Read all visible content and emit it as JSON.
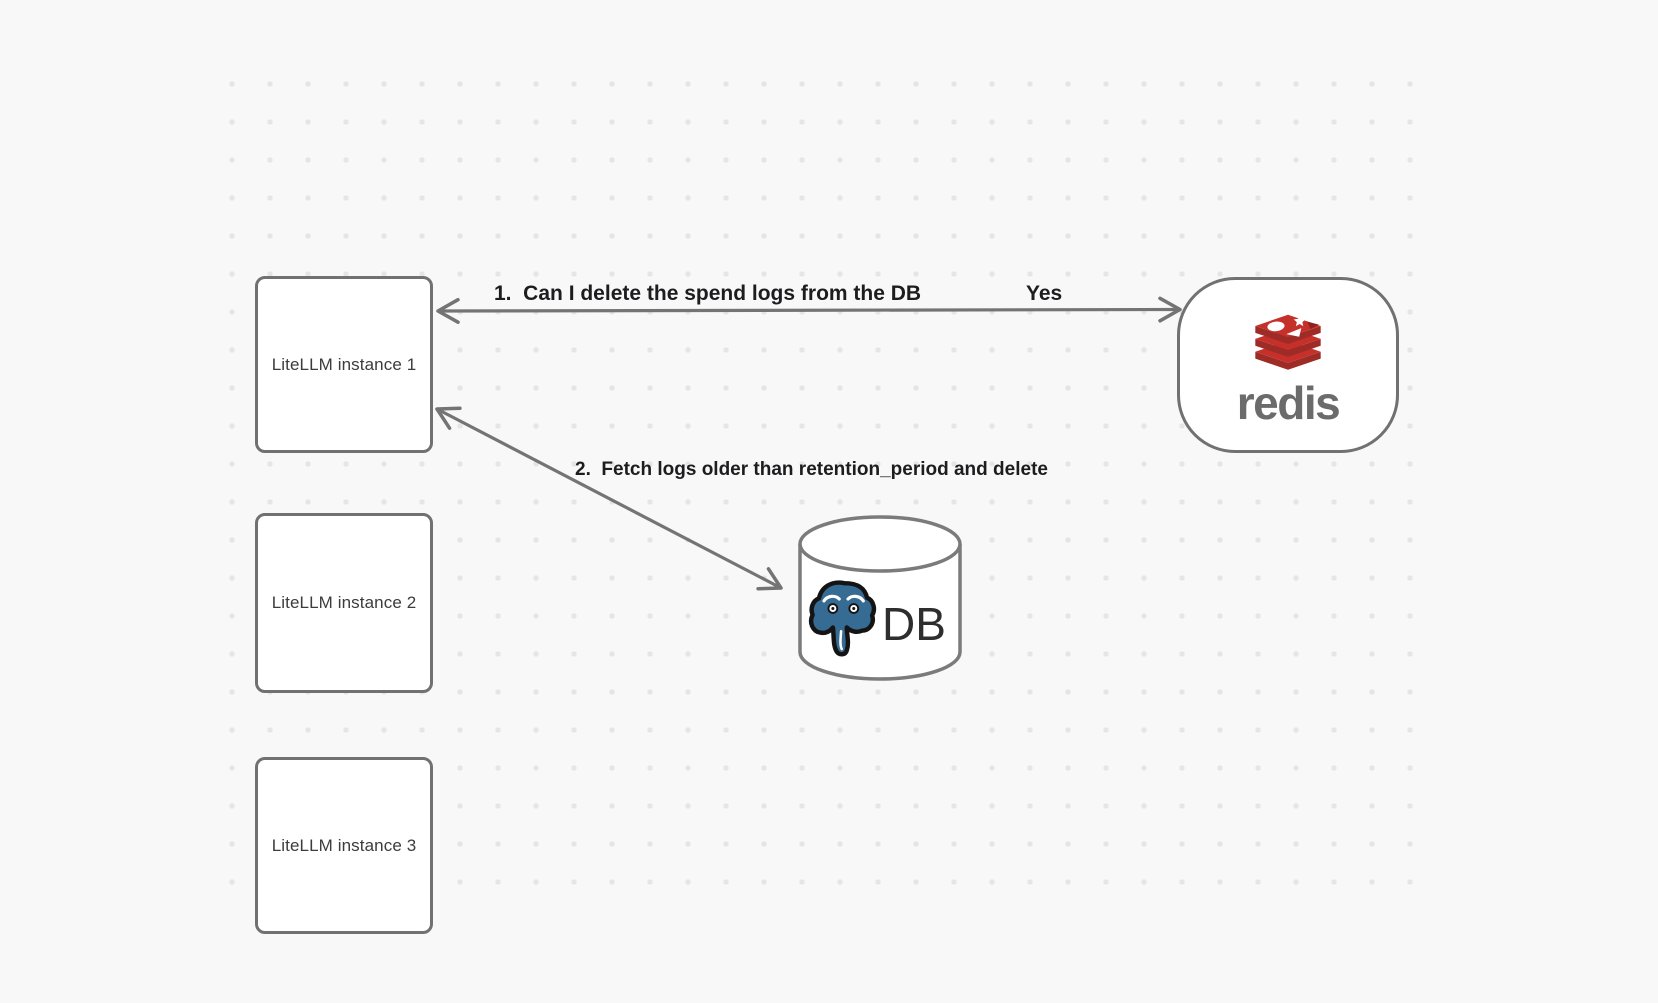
{
  "diagram": {
    "instances": [
      {
        "label": "LiteLLM instance 1"
      },
      {
        "label": "LiteLLM instance 2"
      },
      {
        "label": "LiteLLM instance 3"
      }
    ],
    "redis_node": {
      "wordmark": "redis"
    },
    "db_node": {
      "label": "DB"
    },
    "edges": [
      {
        "id": 1,
        "label": "1.  Can I delete the spend logs from the DB",
        "response_label": "Yes",
        "from": "LiteLLM instance 1",
        "to": "redis",
        "bidirectional": true
      },
      {
        "id": 2,
        "label": "2.  Fetch logs older than retention_period and delete",
        "from": "LiteLLM instance 1",
        "to": "DB",
        "bidirectional": true
      }
    ],
    "colors": {
      "background": "#f8f8f8",
      "dot": "#e5e5e5",
      "stroke_gray": "#747474",
      "label_text": "#1d1d1f",
      "node_text": "#3c3c3c",
      "redis_red": "#c6302b",
      "redis_red_dark": "#9e2b25",
      "redis_notch": "#8f211c",
      "redis_wordmark_gray": "#6b6b6b",
      "postgres_blue": "#366b94",
      "db_text": "#2e2e2e"
    }
  }
}
